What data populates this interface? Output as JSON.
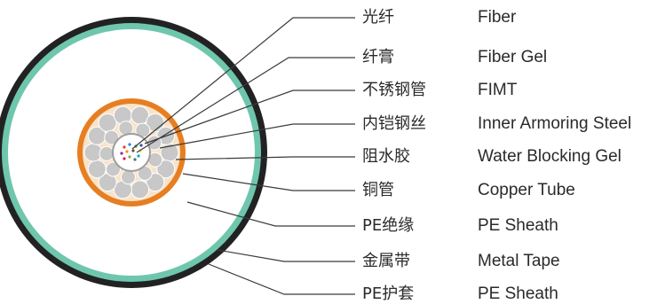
{
  "colors": {
    "outer_sheath": "#222222",
    "metal_tape": "#6ec6ad",
    "insulation": "#ffffff",
    "copper_tube": "#e67e22",
    "copper_inner": "#f9e3c8",
    "steel_wire": "#c8c8c8",
    "fimt_ring": "#9e9e9e",
    "leader_line": "#3a3a3a"
  },
  "labels": [
    {
      "zh": "光纤",
      "en": "Fiber"
    },
    {
      "zh": "纤膏",
      "en": "Fiber Gel"
    },
    {
      "zh": "不锈钢管",
      "en": "FIMT"
    },
    {
      "zh": "内铠钢丝",
      "en": "Inner Armoring Steel"
    },
    {
      "zh": "阻水胶",
      "en": "Water Blocking Gel"
    },
    {
      "zh": "铜管",
      "en": "Copper Tube"
    },
    {
      "zh": "PE绝缘",
      "en": "PE Sheath"
    },
    {
      "zh": "金属带",
      "en": "Metal Tape"
    },
    {
      "zh": "PE护套",
      "en": "PE Sheath"
    }
  ]
}
